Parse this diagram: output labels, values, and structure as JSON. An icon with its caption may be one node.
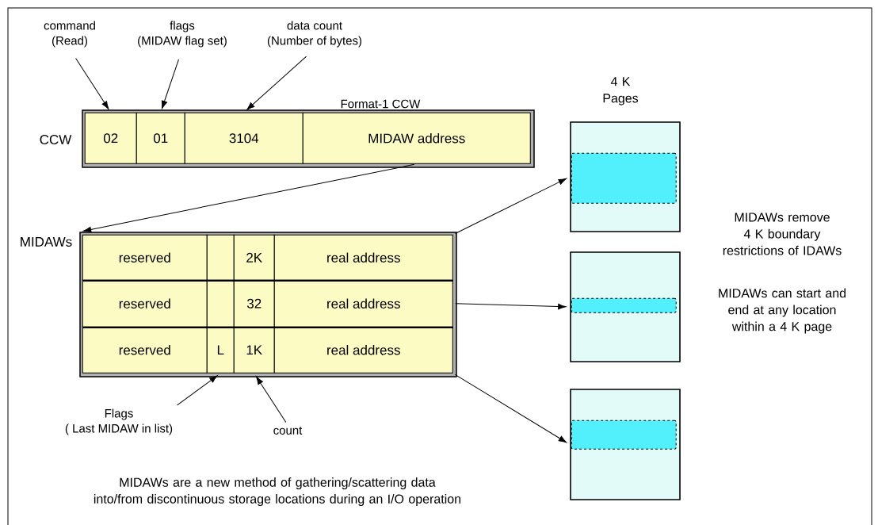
{
  "diagram": {
    "nodes": [
      {
        "text": [
          "Format-1 CCW"
        ],
        "beside": [
          "CCW"
        ]
      },
      {
        "text": [
          "02"
        ],
        "in": 0
      },
      {
        "text": [
          "01"
        ],
        "in": 0
      },
      {
        "text": [
          "3104"
        ],
        "in": 0
      },
      {
        "text": [
          "MIDAW address"
        ],
        "in": 0
      },
      {
        "text": [],
        "shape": "box",
        "beside": [
          "MIDAWs"
        ]
      },
      {
        "text": [
          "reserved"
        ],
        "in": 5
      },
      {
        "text": [],
        "shape": "box",
        "in": 5
      },
      {
        "text": [
          "2K"
        ],
        "in": 5
      },
      {
        "text": [
          "real address"
        ],
        "in": 5
      },
      {
        "text": [
          "reserved"
        ],
        "in": 5
      },
      {
        "text": [],
        "shape": "box",
        "in": 5
      },
      {
        "text": [
          "32"
        ],
        "in": 5
      },
      {
        "text": [
          "real address"
        ],
        "in": 5
      },
      {
        "text": [
          "reserved"
        ],
        "in": 5
      },
      {
        "text": [
          "L"
        ],
        "in": 5
      },
      {
        "text": [
          "1K"
        ],
        "in": 5
      },
      {
        "text": [
          "real address"
        ],
        "in": 5
      },
      {
        "text": [],
        "shape": "box"
      },
      {
        "text": [],
        "shape": "box"
      },
      {
        "text": [],
        "shape": "box"
      },
      {
        "text": [],
        "shape": "bar",
        "in": 18
      },
      {
        "text": [],
        "shape": "bar",
        "in": 19
      },
      {
        "text": [],
        "shape": "bar",
        "in": 20
      },
      {
        "text": [
          "command",
          "(Read)"
        ]
      },
      {
        "text": [
          "flags",
          "(MIDAW flag set)"
        ]
      },
      {
        "text": [
          "data count",
          "(Number of bytes)"
        ]
      },
      {
        "text": [
          "Flags",
          "( Last MIDAW in list)"
        ]
      },
      {
        "text": [
          "count"
        ]
      }
    ],
    "edges": [
      {
        "from": 24,
        "to": 1,
        "arrow": "to"
      },
      {
        "from": 25,
        "to": 2,
        "arrow": "to"
      },
      {
        "from": 26,
        "to": 3,
        "arrow": "to"
      },
      {
        "from": 4,
        "to": 5,
        "arrow": "to"
      },
      {
        "from": 9,
        "to": 18,
        "arrow": "to"
      },
      {
        "from": 13,
        "to": 19,
        "arrow": "to"
      },
      {
        "from": 17,
        "to": 20,
        "arrow": "to"
      },
      {
        "from": 27,
        "to": 15,
        "arrow": "to"
      },
      {
        "from": 28,
        "to": 16,
        "arrow": "to"
      }
    ],
    "labels": [
      "4 K Pages",
      "MIDAWs remove 4 K boundary restrictions of IDAWs",
      "MIDAWs can start and end at any location within a 4 K page",
      "MIDAWs are a new method of gathering/scattering data into/from discontinuous storage locations during an I/O operation"
    ]
  }
}
